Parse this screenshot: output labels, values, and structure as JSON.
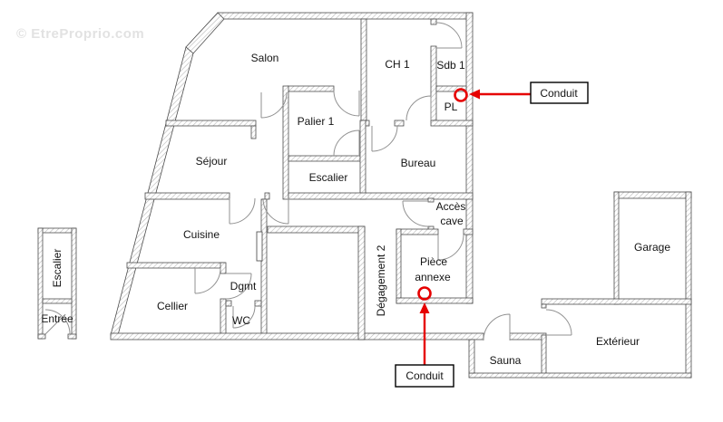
{
  "watermark": "© EtreProprio.com",
  "rooms": {
    "salon": "Salon",
    "ch1": "CH 1",
    "sdb1": "Sdb 1",
    "pl": "PL",
    "palier1": "Palier 1",
    "sejour": "Séjour",
    "escalier_main": "Escalier",
    "bureau": "Bureau",
    "cuisine": "Cuisine",
    "acces_cave_1": "Accès",
    "acces_cave_2": "cave",
    "degagement2": "Dégagement 2",
    "piece_annexe_1": "Pièce",
    "piece_annexe_2": "annexe",
    "garage": "Garage",
    "cellier": "Cellier",
    "dgmt": "Dgmt",
    "wc": "WC",
    "escalier_left": "Escalier",
    "entree": "Entrée",
    "sauna": "Sauna",
    "exterieur": "Extérieur"
  },
  "annotations": {
    "conduit_top": "Conduit",
    "conduit_bottom": "Conduit"
  },
  "colors": {
    "annotation_red": "#e60000",
    "wall_outline": "#4d4d4d",
    "hatch_gray": "#b8b8b8",
    "label_text": "#141414",
    "watermark_gray": "#e2e2e2"
  }
}
